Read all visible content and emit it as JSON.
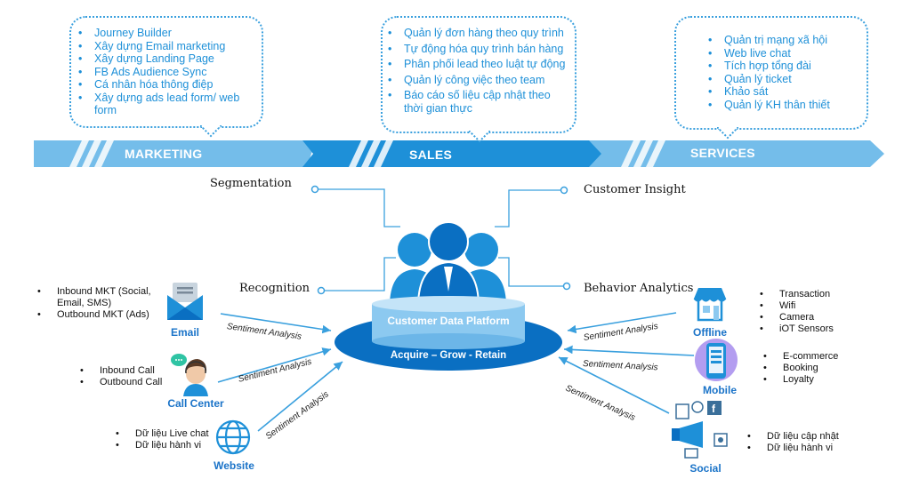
{
  "marketing": {
    "label": "MARKETING",
    "items": [
      "Journey Builder",
      "Xây dựng Email marketing",
      "Xây dựng Landing Page",
      "FB Ads Audience Sync",
      "Cá nhân hóa thông điệp",
      "Xây dựng ads lead  form/ web form"
    ]
  },
  "sales": {
    "label": "SALES",
    "items": [
      "Quản lý đơn hàng theo quy trình",
      "Tự động hóa quy trình bán hàng",
      "Phân phối lead theo luật tự động",
      "Quản lý công việc theo team",
      "Báo cáo số liệu cập nhật theo thời gian thực"
    ]
  },
  "services": {
    "label": "SERVICES",
    "items": [
      "Quản trị mạng xã hội",
      "Web live chat",
      "Tích hợp tổng đài",
      "Quản lý ticket",
      "Khảo sát",
      "Quản lý KH thân thiết"
    ]
  },
  "center": {
    "title": "Customer Data Platform",
    "subtitle": "Acquire – Grow - Retain"
  },
  "nodes": {
    "segmentation": "Segmentation",
    "recognition": "Recognition",
    "customer_insight": "Customer Insight",
    "behavior_analytics": "Behavior Analytics"
  },
  "sentiment": "Sentiment Analysis",
  "channels": {
    "email": {
      "label": "Email",
      "items": [
        "Inbound MKT (Social, Email, SMS)",
        "Outbound MKT (Ads)"
      ]
    },
    "call_center": {
      "label": "Call Center",
      "items": [
        "Inbound Call",
        "Outbound Call"
      ]
    },
    "website": {
      "label": "Website",
      "items": [
        "Dữ liệu Live chat",
        "Dữ liệu hành vi"
      ]
    },
    "offline": {
      "label": "Offline",
      "items": [
        "Transaction",
        "Wifi",
        "Camera",
        "iOT Sensors"
      ]
    },
    "mobile": {
      "label": "Mobile",
      "items": [
        "E-commerce",
        "Booking",
        "Loyalty"
      ]
    },
    "social": {
      "label": "Social",
      "items": [
        "Dữ liệu cập nhật",
        "Dữ liệu hành vi"
      ]
    }
  },
  "colors": {
    "primary": "#1e90d8",
    "dark": "#0a6fc2",
    "light": "#8cc9f0",
    "text": "#1a73c8"
  }
}
